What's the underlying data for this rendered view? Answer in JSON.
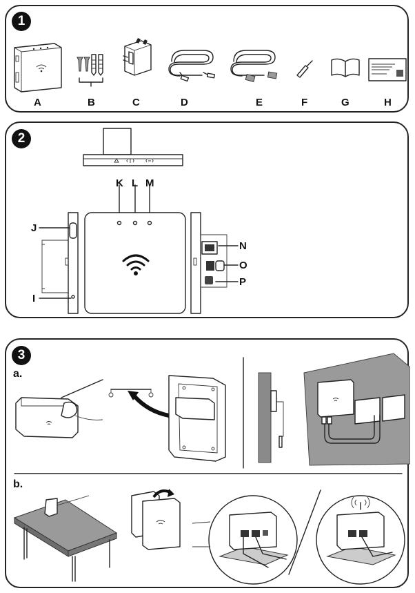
{
  "panels": [
    {
      "number": "1"
    },
    {
      "number": "2"
    },
    {
      "number": "3"
    }
  ],
  "parts": [
    "A",
    "B",
    "C",
    "D",
    "E",
    "F",
    "G",
    "H"
  ],
  "device_labels": {
    "k": "K",
    "l": "L",
    "m": "M",
    "j": "J",
    "i": "I",
    "n": "N",
    "o": "O",
    "p": "P"
  },
  "steps": {
    "a": "a.",
    "b": "b."
  }
}
